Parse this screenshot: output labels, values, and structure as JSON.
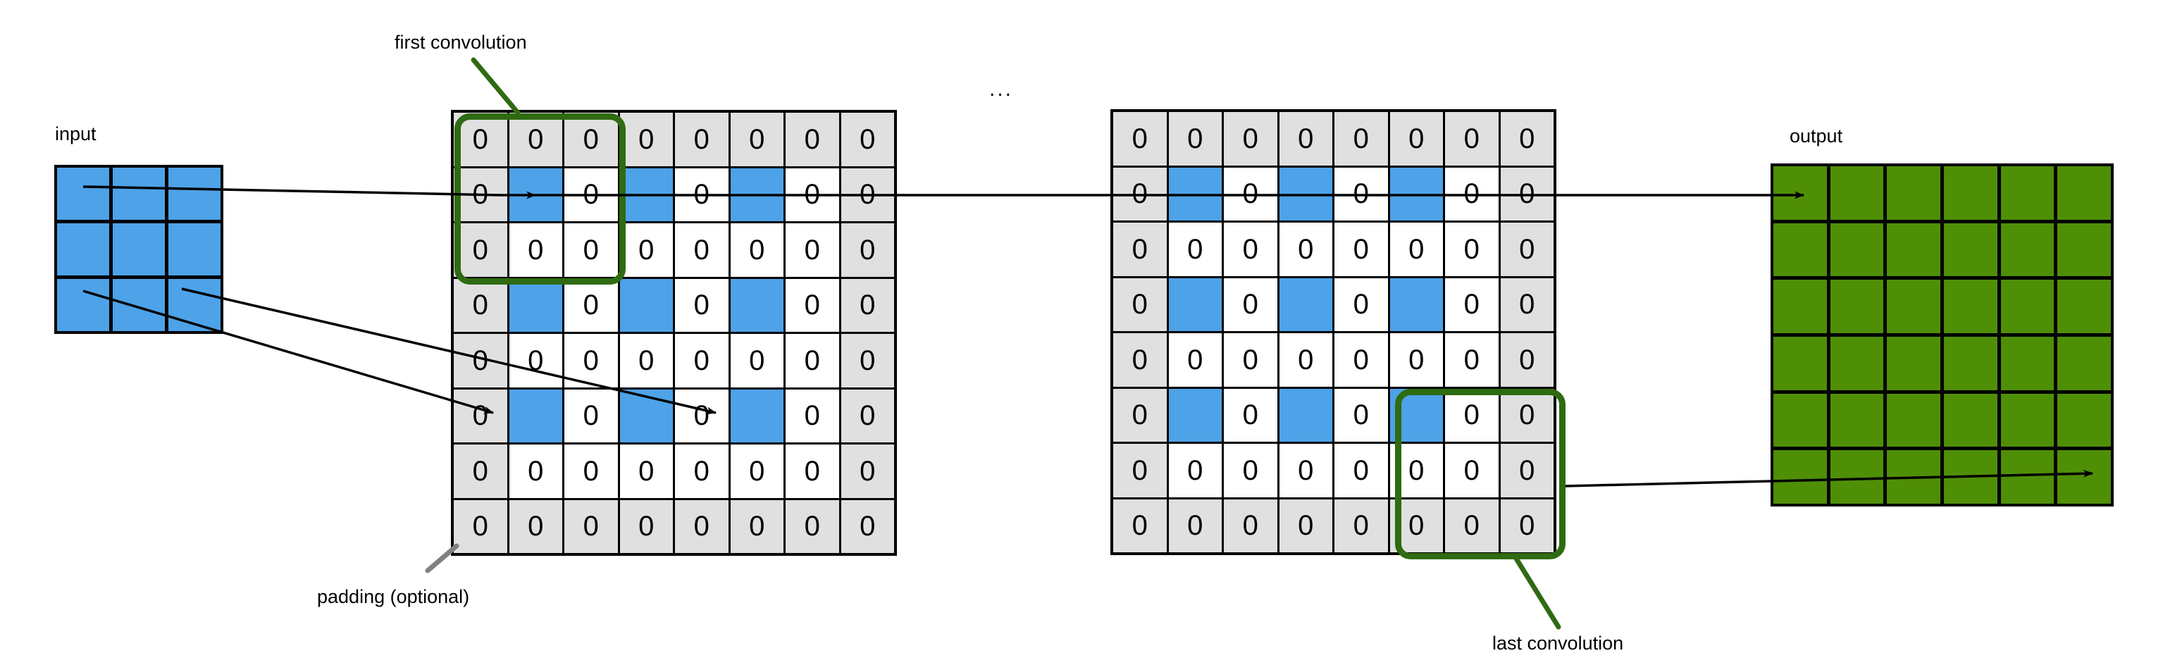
{
  "diagram": {
    "title": "convolution with padding",
    "labels": {
      "input": "input",
      "output": "output",
      "first_convolution": "first convolution",
      "last_convolution": "last convolution",
      "padding": "padding (optional)",
      "ellipsis": "..."
    },
    "colors": {
      "input_blue": "#4da2e8",
      "feature_blue": "#4da2e8",
      "padding_gray": "#e0e0e0",
      "output_green": "#4f8f06",
      "highlight_green": "#2f6b12",
      "cell_white": "#ffffff",
      "stroke_black": "#000000",
      "leader_gray": "#808080"
    },
    "input_grid": {
      "rows": 3,
      "cols": 3,
      "fill": "blue",
      "cells": [
        [
          "",
          "",
          ""
        ],
        [
          "",
          "",
          ""
        ],
        [
          "",
          "",
          ""
        ]
      ]
    },
    "feature_map_1": {
      "rows": 8,
      "cols": 8,
      "cell_value": "0",
      "cells": [
        [
          {
            "t": "0",
            "k": "pad"
          },
          {
            "t": "0",
            "k": "pad"
          },
          {
            "t": "0",
            "k": "pad"
          },
          {
            "t": "0",
            "k": "pad"
          },
          {
            "t": "0",
            "k": "pad"
          },
          {
            "t": "0",
            "k": "pad"
          },
          {
            "t": "0",
            "k": "pad"
          },
          {
            "t": "0",
            "k": "pad"
          }
        ],
        [
          {
            "t": "0",
            "k": "pad"
          },
          {
            "t": "",
            "k": "blue"
          },
          {
            "t": "0",
            "k": "plain"
          },
          {
            "t": "",
            "k": "blue"
          },
          {
            "t": "0",
            "k": "plain"
          },
          {
            "t": "",
            "k": "blue"
          },
          {
            "t": "0",
            "k": "plain"
          },
          {
            "t": "0",
            "k": "pad"
          }
        ],
        [
          {
            "t": "0",
            "k": "pad"
          },
          {
            "t": "0",
            "k": "plain"
          },
          {
            "t": "0",
            "k": "plain"
          },
          {
            "t": "0",
            "k": "plain"
          },
          {
            "t": "0",
            "k": "plain"
          },
          {
            "t": "0",
            "k": "plain"
          },
          {
            "t": "0",
            "k": "plain"
          },
          {
            "t": "0",
            "k": "pad"
          }
        ],
        [
          {
            "t": "0",
            "k": "pad"
          },
          {
            "t": "",
            "k": "blue"
          },
          {
            "t": "0",
            "k": "plain"
          },
          {
            "t": "",
            "k": "blue"
          },
          {
            "t": "0",
            "k": "plain"
          },
          {
            "t": "",
            "k": "blue"
          },
          {
            "t": "0",
            "k": "plain"
          },
          {
            "t": "0",
            "k": "pad"
          }
        ],
        [
          {
            "t": "0",
            "k": "pad"
          },
          {
            "t": "0",
            "k": "plain"
          },
          {
            "t": "0",
            "k": "plain"
          },
          {
            "t": "0",
            "k": "plain"
          },
          {
            "t": "0",
            "k": "plain"
          },
          {
            "t": "0",
            "k": "plain"
          },
          {
            "t": "0",
            "k": "plain"
          },
          {
            "t": "0",
            "k": "pad"
          }
        ],
        [
          {
            "t": "0",
            "k": "pad"
          },
          {
            "t": "",
            "k": "blue"
          },
          {
            "t": "0",
            "k": "plain"
          },
          {
            "t": "",
            "k": "blue"
          },
          {
            "t": "0",
            "k": "plain"
          },
          {
            "t": "",
            "k": "blue"
          },
          {
            "t": "0",
            "k": "plain"
          },
          {
            "t": "0",
            "k": "pad"
          }
        ],
        [
          {
            "t": "0",
            "k": "pad"
          },
          {
            "t": "0",
            "k": "plain"
          },
          {
            "t": "0",
            "k": "plain"
          },
          {
            "t": "0",
            "k": "plain"
          },
          {
            "t": "0",
            "k": "plain"
          },
          {
            "t": "0",
            "k": "plain"
          },
          {
            "t": "0",
            "k": "plain"
          },
          {
            "t": "0",
            "k": "pad"
          }
        ],
        [
          {
            "t": "0",
            "k": "pad"
          },
          {
            "t": "0",
            "k": "pad"
          },
          {
            "t": "0",
            "k": "pad"
          },
          {
            "t": "0",
            "k": "pad"
          },
          {
            "t": "0",
            "k": "pad"
          },
          {
            "t": "0",
            "k": "pad"
          },
          {
            "t": "0",
            "k": "pad"
          },
          {
            "t": "0",
            "k": "pad"
          }
        ]
      ],
      "highlight": {
        "label": "first convolution",
        "row_start": 0,
        "col_start": 0,
        "size": 3
      }
    },
    "feature_map_2": {
      "rows": 8,
      "cols": 8,
      "cell_value": "0",
      "cells": [
        [
          {
            "t": "0",
            "k": "pad"
          },
          {
            "t": "0",
            "k": "pad"
          },
          {
            "t": "0",
            "k": "pad"
          },
          {
            "t": "0",
            "k": "pad"
          },
          {
            "t": "0",
            "k": "pad"
          },
          {
            "t": "0",
            "k": "pad"
          },
          {
            "t": "0",
            "k": "pad"
          },
          {
            "t": "0",
            "k": "pad"
          }
        ],
        [
          {
            "t": "0",
            "k": "pad"
          },
          {
            "t": "",
            "k": "blue"
          },
          {
            "t": "0",
            "k": "plain"
          },
          {
            "t": "",
            "k": "blue"
          },
          {
            "t": "0",
            "k": "plain"
          },
          {
            "t": "",
            "k": "blue"
          },
          {
            "t": "0",
            "k": "plain"
          },
          {
            "t": "0",
            "k": "pad"
          }
        ],
        [
          {
            "t": "0",
            "k": "pad"
          },
          {
            "t": "0",
            "k": "plain"
          },
          {
            "t": "0",
            "k": "plain"
          },
          {
            "t": "0",
            "k": "plain"
          },
          {
            "t": "0",
            "k": "plain"
          },
          {
            "t": "0",
            "k": "plain"
          },
          {
            "t": "0",
            "k": "plain"
          },
          {
            "t": "0",
            "k": "pad"
          }
        ],
        [
          {
            "t": "0",
            "k": "pad"
          },
          {
            "t": "",
            "k": "blue"
          },
          {
            "t": "0",
            "k": "plain"
          },
          {
            "t": "",
            "k": "blue"
          },
          {
            "t": "0",
            "k": "plain"
          },
          {
            "t": "",
            "k": "blue"
          },
          {
            "t": "0",
            "k": "plain"
          },
          {
            "t": "0",
            "k": "pad"
          }
        ],
        [
          {
            "t": "0",
            "k": "pad"
          },
          {
            "t": "0",
            "k": "plain"
          },
          {
            "t": "0",
            "k": "plain"
          },
          {
            "t": "0",
            "k": "plain"
          },
          {
            "t": "0",
            "k": "plain"
          },
          {
            "t": "0",
            "k": "plain"
          },
          {
            "t": "0",
            "k": "plain"
          },
          {
            "t": "0",
            "k": "pad"
          }
        ],
        [
          {
            "t": "0",
            "k": "pad"
          },
          {
            "t": "",
            "k": "blue"
          },
          {
            "t": "0",
            "k": "plain"
          },
          {
            "t": "",
            "k": "blue"
          },
          {
            "t": "0",
            "k": "plain"
          },
          {
            "t": "",
            "k": "blue"
          },
          {
            "t": "0",
            "k": "plain"
          },
          {
            "t": "0",
            "k": "pad"
          }
        ],
        [
          {
            "t": "0",
            "k": "pad"
          },
          {
            "t": "0",
            "k": "plain"
          },
          {
            "t": "0",
            "k": "plain"
          },
          {
            "t": "0",
            "k": "plain"
          },
          {
            "t": "0",
            "k": "plain"
          },
          {
            "t": "0",
            "k": "plain"
          },
          {
            "t": "0",
            "k": "plain"
          },
          {
            "t": "0",
            "k": "pad"
          }
        ],
        [
          {
            "t": "0",
            "k": "pad"
          },
          {
            "t": "0",
            "k": "pad"
          },
          {
            "t": "0",
            "k": "pad"
          },
          {
            "t": "0",
            "k": "pad"
          },
          {
            "t": "0",
            "k": "pad"
          },
          {
            "t": "0",
            "k": "pad"
          },
          {
            "t": "0",
            "k": "pad"
          },
          {
            "t": "0",
            "k": "pad"
          }
        ]
      ],
      "highlight": {
        "label": "last convolution",
        "row_start": 5,
        "col_start": 5,
        "size": 3
      }
    },
    "output_grid": {
      "rows": 6,
      "cols": 6,
      "fill": "green",
      "cells": [
        [
          "",
          "",
          "",
          "",
          "",
          ""
        ],
        [
          "",
          "",
          "",
          "",
          "",
          ""
        ],
        [
          "",
          "",
          "",
          "",
          "",
          ""
        ],
        [
          "",
          "",
          "",
          "",
          "",
          ""
        ],
        [
          "",
          "",
          "",
          "",
          "",
          ""
        ],
        [
          "",
          "",
          "",
          "",
          "",
          ""
        ]
      ]
    }
  }
}
